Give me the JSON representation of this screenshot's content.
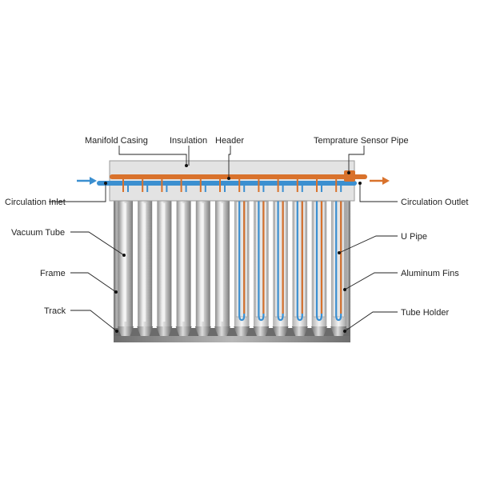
{
  "labels": {
    "manifold_casing": "Manifold Casing",
    "insulation": "Insulation",
    "header": "Header",
    "temperature_sensor_pipe": "Temprature Sensor Pipe",
    "circulation_inlet": "Circulation Inlet",
    "circulation_outlet": "Circulation Outlet",
    "vacuum_tube": "Vacuum Tube",
    "frame": "Frame",
    "track": "Track",
    "u_pipe": "U Pipe",
    "aluminum_fins": "Aluminum Fins",
    "tube_holder": "Tube Holder"
  },
  "colors": {
    "hot_pipe": "#d9722c",
    "cold_pipe": "#3b8fd0",
    "casing": "#e2e2e2",
    "tube": "#bdbdbd",
    "tube_highlight": "#efefef",
    "leader": "#222222"
  },
  "counts": {
    "closed_tubes": 6,
    "cutaway_tubes": 6
  }
}
